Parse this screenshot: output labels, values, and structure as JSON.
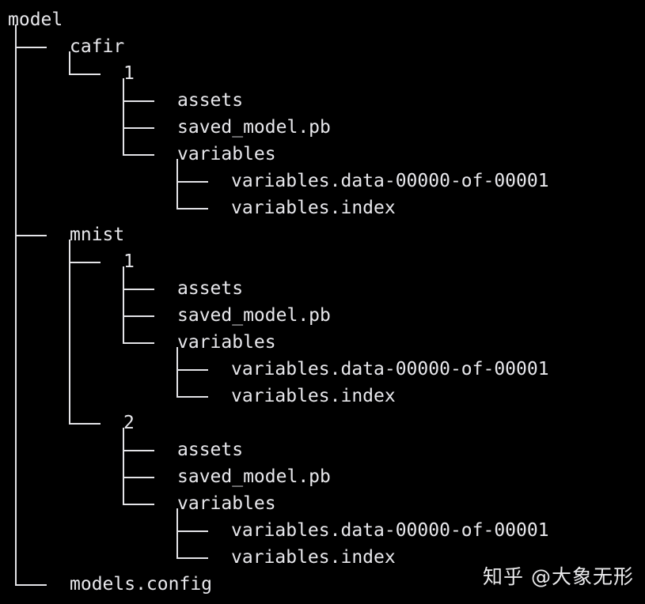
{
  "terminal": {
    "background_color": "#000000",
    "text_color": "#e8e8ec",
    "guide_color": "#e4e4e8"
  },
  "tree": {
    "root": "model",
    "rows": [
      {
        "indent": 0,
        "connector": "none",
        "text": "model"
      },
      {
        "indent": 1,
        "connector": "tee",
        "text": "cafir"
      },
      {
        "indent": 2,
        "connector": "elbow",
        "text": "1"
      },
      {
        "indent": 3,
        "connector": "tee",
        "text": "assets"
      },
      {
        "indent": 3,
        "connector": "tee",
        "text": "saved_model.pb"
      },
      {
        "indent": 3,
        "connector": "elbow",
        "text": "variables"
      },
      {
        "indent": 4,
        "connector": "tee",
        "text": "variables.data-00000-of-00001"
      },
      {
        "indent": 4,
        "connector": "elbow",
        "text": "variables.index"
      },
      {
        "indent": 1,
        "connector": "tee",
        "text": "mnist"
      },
      {
        "indent": 2,
        "connector": "tee",
        "text": "1"
      },
      {
        "indent": 3,
        "connector": "tee",
        "text": "assets"
      },
      {
        "indent": 3,
        "connector": "tee",
        "text": "saved_model.pb"
      },
      {
        "indent": 3,
        "connector": "elbow",
        "text": "variables"
      },
      {
        "indent": 4,
        "connector": "tee",
        "text": "variables.data-00000-of-00001"
      },
      {
        "indent": 4,
        "connector": "elbow",
        "text": "variables.index"
      },
      {
        "indent": 2,
        "connector": "elbow",
        "text": "2"
      },
      {
        "indent": 3,
        "connector": "tee",
        "text": "assets"
      },
      {
        "indent": 3,
        "connector": "tee",
        "text": "saved_model.pb"
      },
      {
        "indent": 3,
        "connector": "elbow",
        "text": "variables"
      },
      {
        "indent": 4,
        "connector": "tee",
        "text": "variables.data-00000-of-00001"
      },
      {
        "indent": 4,
        "connector": "elbow",
        "text": "variables.index"
      },
      {
        "indent": 1,
        "connector": "elbow",
        "text": "models.config"
      }
    ]
  },
  "watermark": {
    "text": "知乎 @大象无形"
  }
}
